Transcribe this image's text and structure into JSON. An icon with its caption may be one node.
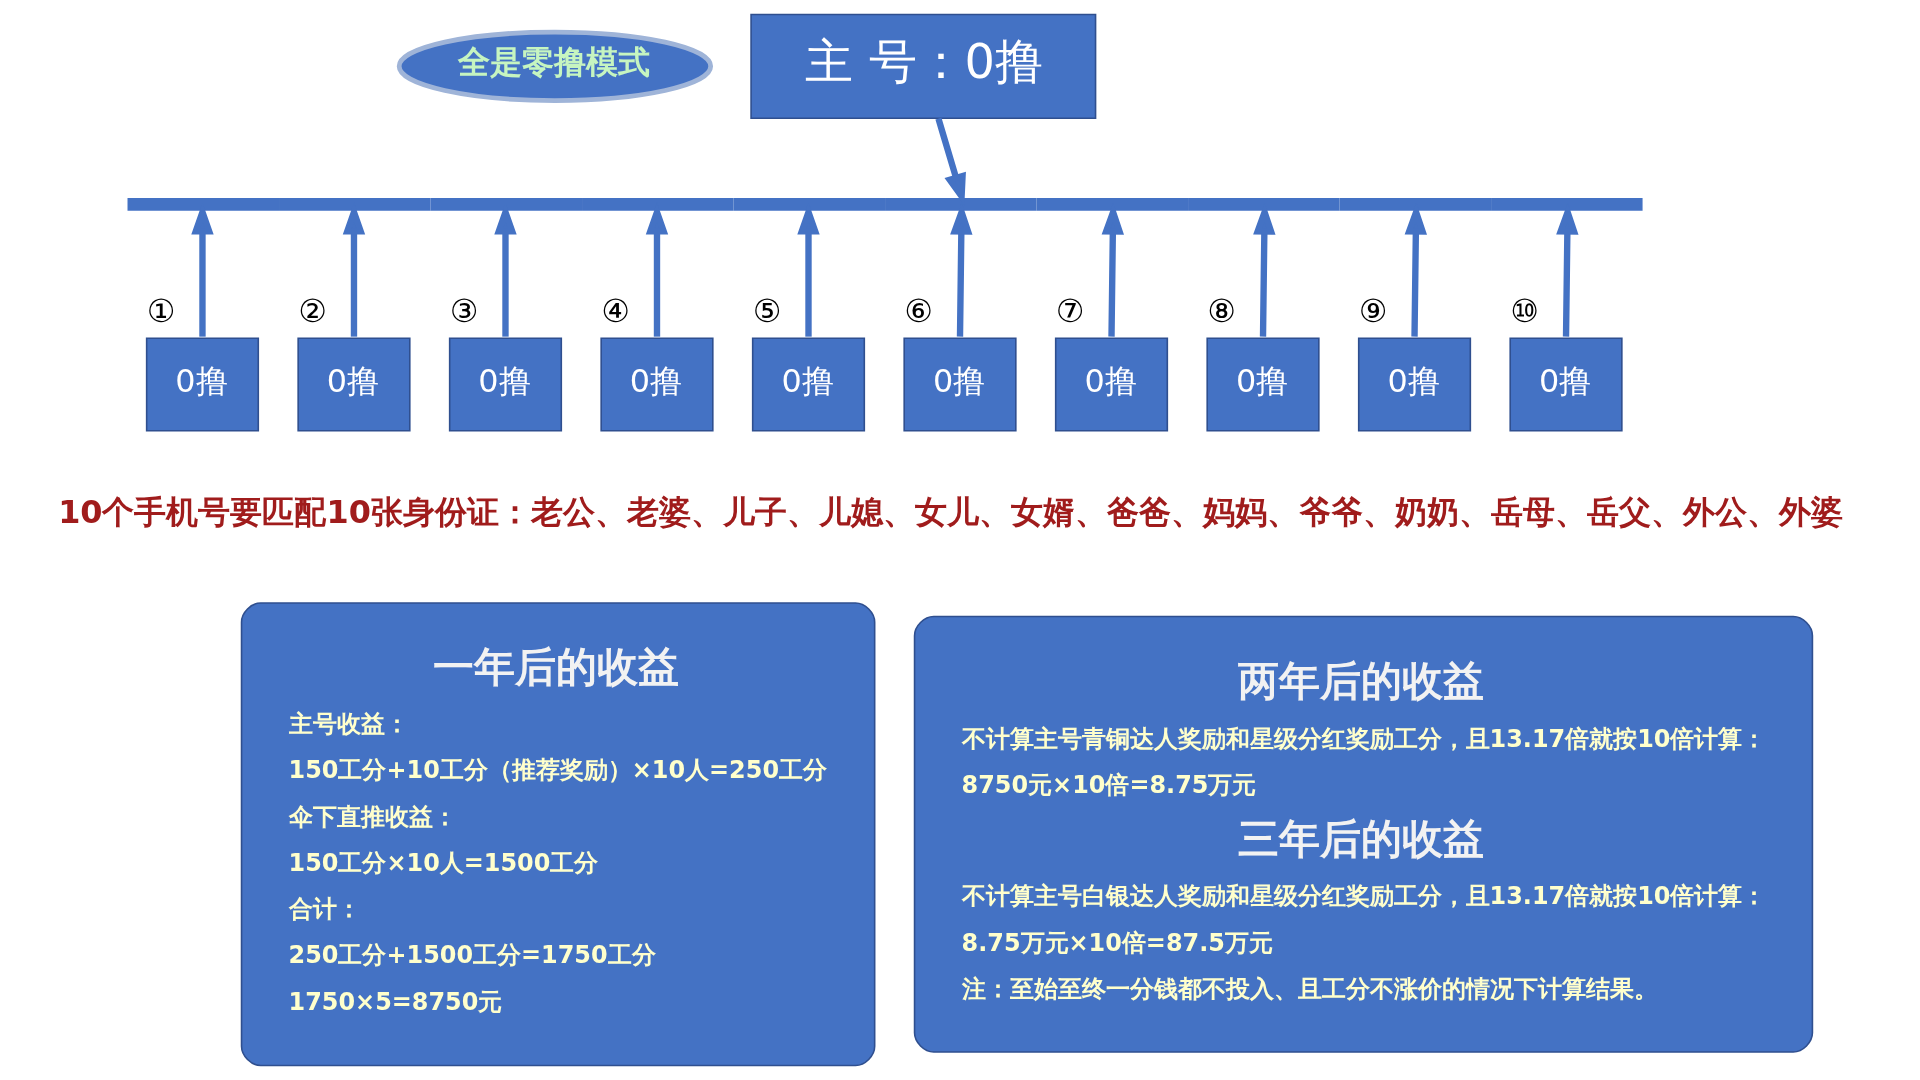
{
  "diagram": {
    "nodes": [
      {
        "text": [
          "全是零撸模式"
        ]
      },
      {
        "text": [
          "主 号：0撸"
        ]
      },
      {
        "text": [],
        "shape": "bar"
      },
      {
        "text": [
          "0撸"
        ],
        "beside": [
          "①"
        ]
      },
      {
        "text": [
          "0撸"
        ],
        "beside": [
          "②"
        ]
      },
      {
        "text": [
          "0撸"
        ],
        "beside": [
          "③"
        ]
      },
      {
        "text": [
          "0撸"
        ],
        "beside": [
          "④"
        ]
      },
      {
        "text": [
          "0撸"
        ],
        "beside": [
          "⑤"
        ]
      },
      {
        "text": [
          "0撸"
        ],
        "beside": [
          "⑥"
        ]
      },
      {
        "text": [
          "0撸"
        ],
        "beside": [
          "⑦"
        ]
      },
      {
        "text": [
          "0撸"
        ],
        "beside": [
          "⑧"
        ]
      },
      {
        "text": [
          "0撸"
        ],
        "beside": [
          "⑨"
        ]
      },
      {
        "text": [
          "0撸"
        ],
        "beside": [
          "⑩"
        ]
      },
      {
        "text": [
          "一年后的收益",
          "主号收益：",
          "150工分+10工分（推荐奖励）×10人=250工分",
          "伞下直推收益：",
          "150工分×10人=1500工分",
          "合计：",
          "250工分+1500工分=1750工分",
          "1750×5=8750元"
        ]
      },
      {
        "text": [
          "两年后的收益",
          "不计算主号青铜达人奖励和星级分红奖励工分，且13.17倍就按10倍计算：",
          "8750元×10倍=8.75万元",
          "三年后的收益",
          "不计算主号白银达人奖励和星级分红奖励工分，且13.17倍就按10倍计算：",
          "8.75万元×10倍=87.5万元",
          "注：至始至终一分钱都不投入、且工分不涨价的情况下计算结果。"
        ]
      }
    ],
    "edges": [
      {
        "from": 1,
        "to": 2,
        "arrow": "to"
      },
      {
        "from": 3,
        "to": 2,
        "arrow": "to"
      },
      {
        "from": 4,
        "to": 2,
        "arrow": "to"
      },
      {
        "from": 5,
        "to": 2,
        "arrow": "to"
      },
      {
        "from": 6,
        "to": 2,
        "arrow": "to"
      },
      {
        "from": 7,
        "to": 2,
        "arrow": "to"
      },
      {
        "from": 8,
        "to": 2,
        "arrow": "to"
      },
      {
        "from": 9,
        "to": 2,
        "arrow": "to"
      },
      {
        "from": 10,
        "to": 2,
        "arrow": "to"
      },
      {
        "from": 11,
        "to": 2,
        "arrow": "to"
      },
      {
        "from": 12,
        "to": 2,
        "arrow": "to"
      }
    ],
    "labels": [
      "10个手机号要匹配10张身份证：老公、老婆、儿子、儿媳、女儿、女婿、爸爸、妈妈、爷爷、奶奶、岳母、岳父、外公、外婆"
    ]
  }
}
